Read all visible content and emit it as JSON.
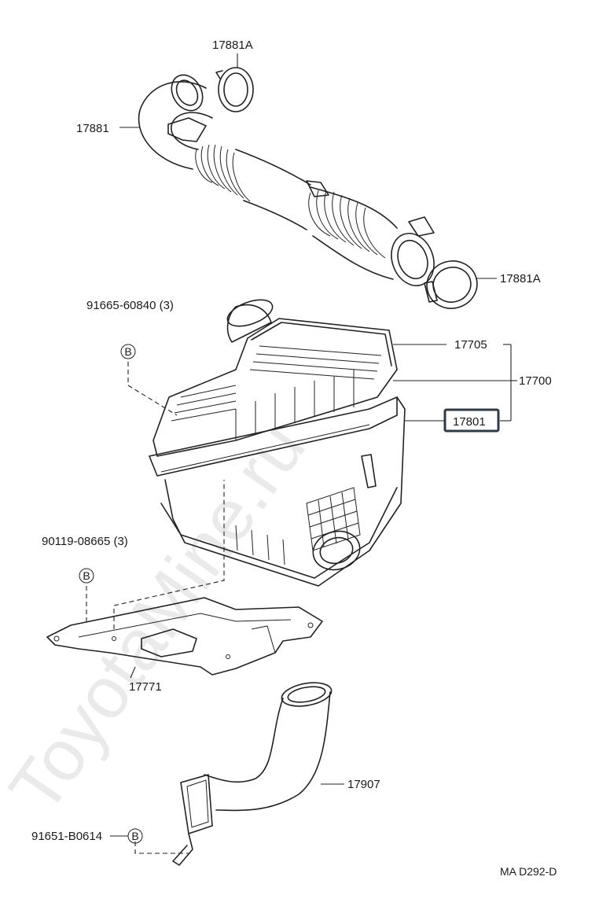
{
  "watermark": "ToyotaMine.ru",
  "diagram_code": "MA D292-D",
  "callouts": {
    "p17881a_top": "17881A",
    "p17881": "17881",
    "p17881a_right": "17881A",
    "p91665": "91665-60840 (3)",
    "p17705": "17705",
    "p17700": "17700",
    "p17801": "17801",
    "p90119": "90119-08665 (3)",
    "p17771": "17771",
    "p17907": "17907",
    "p91651": "91651-B0614"
  },
  "bolt_marks": {
    "b1": "B",
    "b2": "B",
    "b3": "B"
  },
  "colors": {
    "line": "#222222",
    "highlight_box": "#2f3b44",
    "watermark": "#d9d9d9"
  }
}
